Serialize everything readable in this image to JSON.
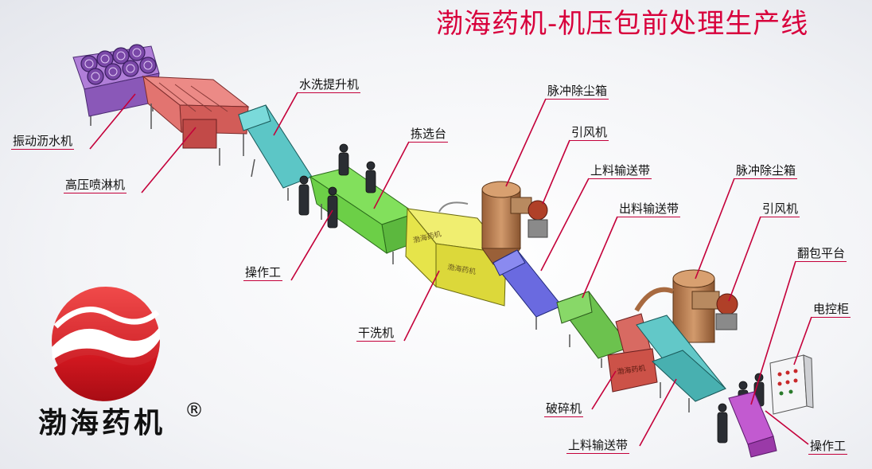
{
  "title": "渤海药机-机压包前处理生产线",
  "brand": {
    "name": "渤海药机",
    "mark": "®"
  },
  "labels": {
    "vibrating_drain": "振动沥水机",
    "high_pressure_spray": "高压喷淋机",
    "wash_elevator": "水洗提升机",
    "sorting_table": "拣选台",
    "operator_left": "操作工",
    "dry_washer": "干洗机",
    "pulse_dust_box_1": "脉冲除尘箱",
    "fan_1": "引风机",
    "feed_conveyor_1": "上料输送带",
    "discharge_conveyor": "出料输送带",
    "pulse_dust_box_2": "脉冲除尘箱",
    "fan_2": "引风机",
    "bale_flip_platform": "翻包平台",
    "control_cabinet": "电控柜",
    "crusher": "破碎机",
    "feed_conveyor_2": "上料输送带",
    "operator_right": "操作工"
  },
  "colors": {
    "title_red": "#d8003c",
    "leader_red": "#c4003a",
    "drain_purple": "#9b5fc8",
    "spray_red": "#e0686a",
    "elevator_teal": "#4fb8b8",
    "sorter_green": "#6ccf47",
    "washer_yellow": "#e6e44a",
    "conveyor_blue": "#5b5bd6",
    "dust_box_tan": "#c08458",
    "discharge_green": "#5fb34a",
    "crusher_red": "#d05a52",
    "feed2_teal": "#58bfbf",
    "platform_magenta": "#c25ad0"
  }
}
